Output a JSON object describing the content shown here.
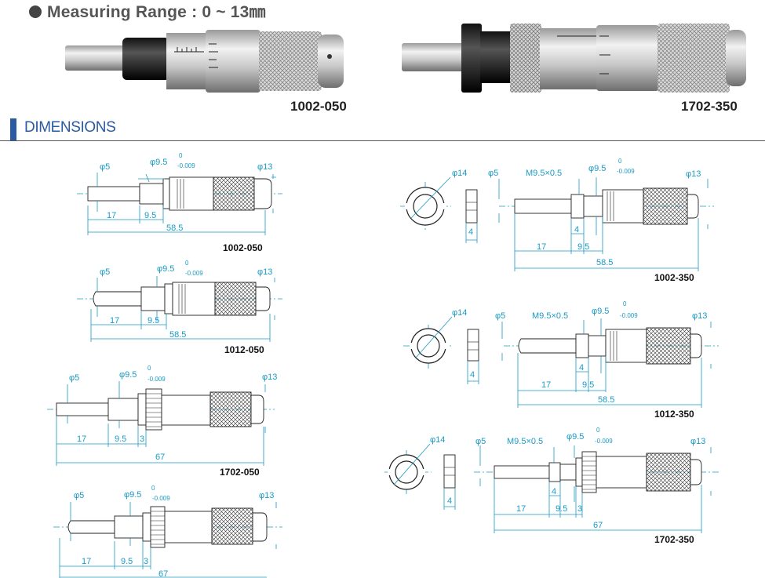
{
  "header": {
    "label": "Measuring Range",
    "separator": ":",
    "range": "0 ~ 13㎜"
  },
  "photos": [
    {
      "model": "1002-050"
    },
    {
      "model": "1702-350"
    }
  ],
  "section": {
    "title": "DIMENSIONS"
  },
  "dims": {
    "d5": "φ5",
    "d95": "φ9.5",
    "d95_tol_upper": "0",
    "d95_tol_lower": "-0.009",
    "d13": "φ13",
    "d14": "φ14",
    "thread": "M9.5×0.5",
    "l17": "17",
    "l95": "9.5",
    "l3": "3",
    "l4": "4",
    "l585": "58.5",
    "l67": "67"
  },
  "drawings": {
    "m1002_050": "1002-050",
    "m1012_050": "1012-050",
    "m1702_050": "1702-050",
    "m1002_350": "1002-350",
    "m1012_350": "1012-350",
    "m1702_350": "1702-350"
  }
}
